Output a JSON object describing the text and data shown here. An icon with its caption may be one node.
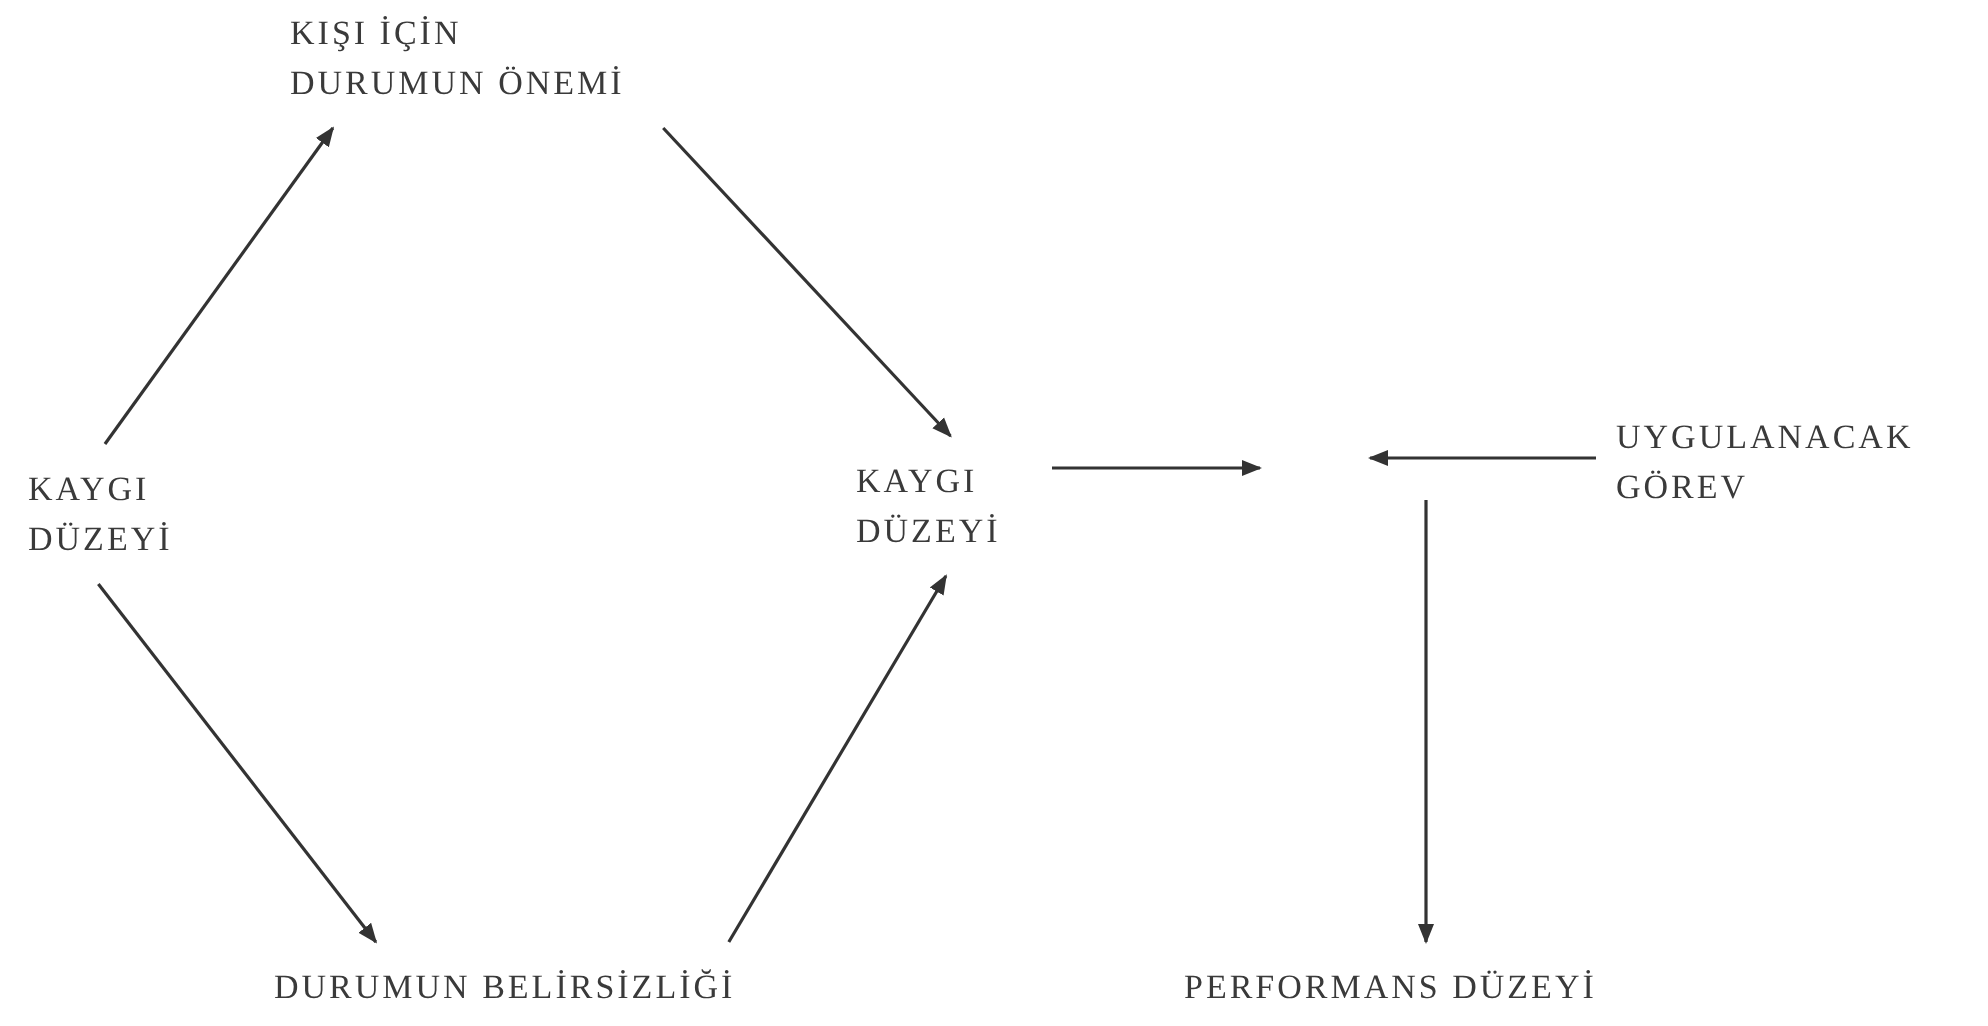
{
  "diagram": {
    "nodes": [
      {
        "text": [
          "KAYGI DÜZEYİ"
        ]
      },
      {
        "text": [
          "KIŞI İÇİN DURUMUN ÖNEMİ"
        ]
      },
      {
        "text": [
          "DURUMUN BELİRSİZLİĞİ"
        ]
      },
      {
        "text": [
          "KAYGI DÜZEYİ"
        ]
      },
      {
        "text": [
          "UYGULANACAK GÖREV"
        ]
      },
      {
        "text": [
          "PERFORMANS DÜZEYİ"
        ]
      }
    ],
    "edges": [
      {
        "from": 0,
        "to": 1,
        "arrow": "to"
      },
      {
        "from": 0,
        "to": 2,
        "arrow": "to"
      },
      {
        "from": 1,
        "to": 3,
        "arrow": "to"
      },
      {
        "from": 2,
        "to": 3,
        "arrow": "to"
      },
      {
        "from": 3,
        "to": null,
        "arrow": "to"
      },
      {
        "from": 4,
        "to": null,
        "arrow": "to"
      },
      {
        "from": null,
        "to": 5,
        "arrow": "to"
      }
    ]
  }
}
